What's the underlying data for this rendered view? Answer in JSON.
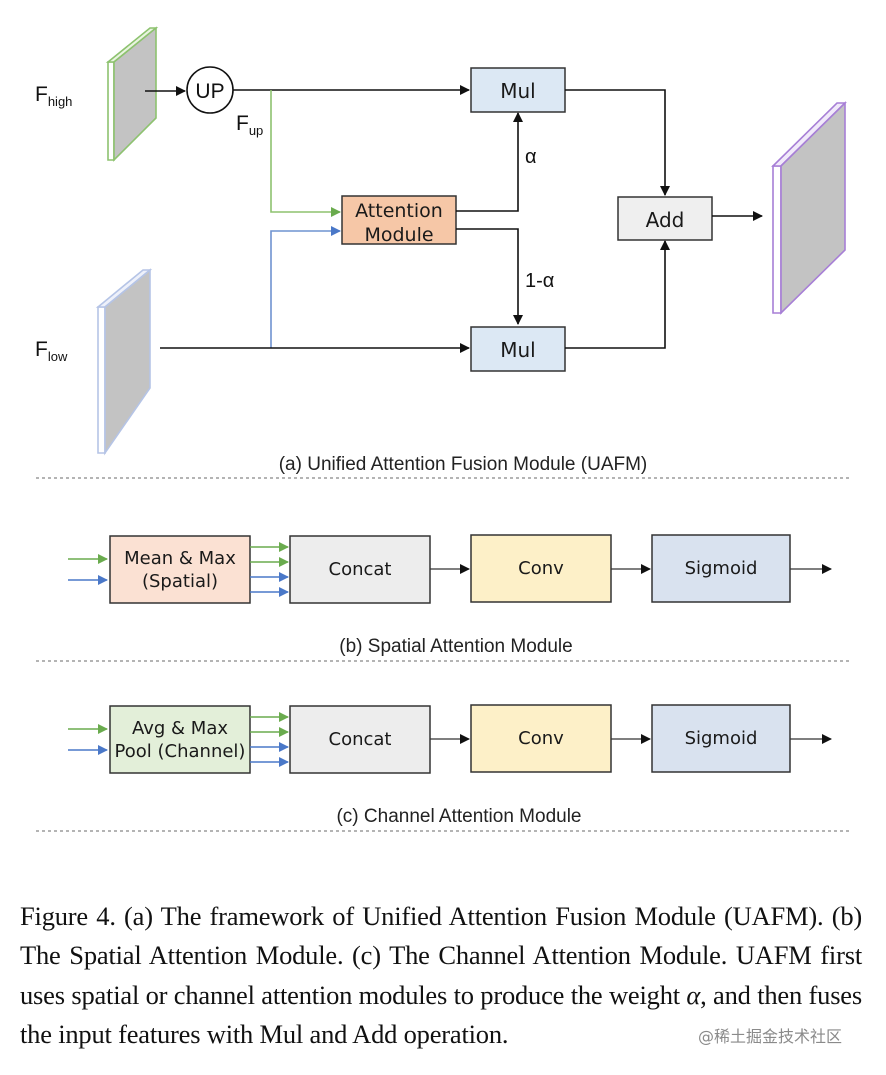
{
  "panel_a": {
    "f_high": {
      "main": "F",
      "sub": "high"
    },
    "f_low": {
      "main": "F",
      "sub": "low"
    },
    "f_up": {
      "main": "F",
      "sub": "up"
    },
    "up_label": "UP",
    "attention_line1": "Attention",
    "attention_line2": "Module",
    "mul_top": "Mul",
    "mul_bottom": "Mul",
    "add": "Add",
    "alpha": "α",
    "one_minus_alpha": "1-α",
    "title": "(a) Unified Attention Fusion Module (UAFM)"
  },
  "panel_b": {
    "input_line1": "Mean & Max",
    "input_line2": "(Spatial)",
    "concat": "Concat",
    "conv": "Conv",
    "sigmoid": "Sigmoid",
    "title": "(b) Spatial Attention Module"
  },
  "panel_c": {
    "input_line1": "Avg & Max",
    "input_line2": "Pool (Channel)",
    "concat": "Concat",
    "conv": "Conv",
    "sigmoid": "Sigmoid",
    "title": "(c) Channel Attention Module"
  },
  "colors": {
    "high_feature": "#8dc26f",
    "low_feature": "#b5c4e6",
    "output_feature": "#a77fd6",
    "attention_fill": "#f6c7a7",
    "mul_fill": "#dce8f4",
    "add_fill": "#efefef",
    "spatial_fill": "#fbe1d3",
    "channel_fill": "#e3efd9",
    "concat_fill": "#ededed",
    "conv_fill": "#fdf0c8",
    "sigmoid_fill": "#d9e2ef",
    "green_arrow": "#6aab4e",
    "blue_arrow": "#4a78c8"
  },
  "caption": {
    "before_alpha": "Figure 4.  (a) The framework of Unified Attention Fusion Module (UAFM). (b) The Spatial Attention Module. (c) The Channel Attention Module.  UAFM first uses spatial or channel attention modules to produce the weight ",
    "alpha": "α",
    "after_alpha": ", and then fuses the input features with Mul and Add operation."
  },
  "watermark": "@稀土掘金技术社区"
}
